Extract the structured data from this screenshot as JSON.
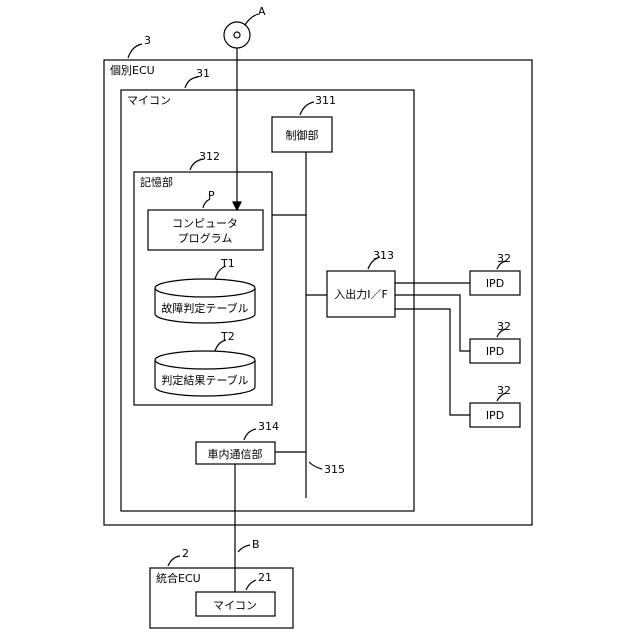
{
  "disc": {
    "ref": "A"
  },
  "individual_ecu": {
    "ref": "3",
    "title": "個別ECU"
  },
  "microcomputer": {
    "ref": "31",
    "title": "マイコン"
  },
  "control_unit": {
    "ref": "311",
    "label": "制御部"
  },
  "storage_unit": {
    "ref": "312",
    "title": "記憶部"
  },
  "program": {
    "ref": "P",
    "label_line1": "コンピュータ",
    "label_line2": "プログラム"
  },
  "fault_table": {
    "ref": "T1",
    "label": "故障判定テーブル"
  },
  "result_table": {
    "ref": "T2",
    "label": "判定結果テーブル"
  },
  "io_interface": {
    "ref": "313",
    "label": "入出力I／F"
  },
  "ipds": [
    {
      "ref": "32",
      "label": "IPD"
    },
    {
      "ref": "32",
      "label": "IPD"
    },
    {
      "ref": "32",
      "label": "IPD"
    }
  ],
  "comm_unit": {
    "ref": "314",
    "label": "車内通信部"
  },
  "bus": {
    "ref": "315"
  },
  "link": {
    "ref": "B"
  },
  "integrated_ecu": {
    "ref": "2",
    "title": "統合ECU"
  },
  "integrated_micro": {
    "ref": "21",
    "label": "マイコン"
  }
}
